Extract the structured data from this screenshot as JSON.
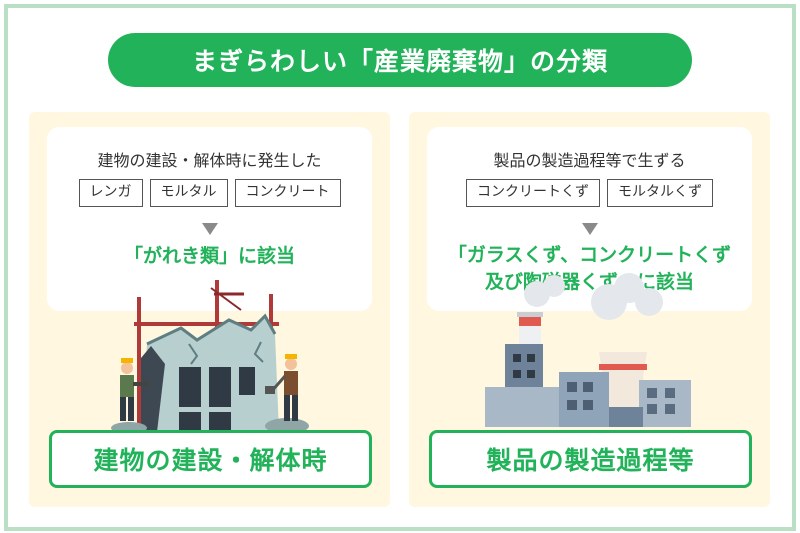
{
  "title": "まぎらわしい「産業廃棄物」の分類",
  "left": {
    "heading": "建物の建設・解体時に発生した",
    "tags": [
      "レンガ",
      "モルタル",
      "コンクリート"
    ],
    "result": "「がれき類」に該当",
    "label": "建物の建設・解体時",
    "illustration": "demolition-site-icon"
  },
  "right": {
    "heading": "製品の製造過程等で生ずる",
    "tags": [
      "コンクリートくず",
      "モルタルくず"
    ],
    "result_line1": "「ガラスくず、コンクリートくず",
    "result_line2": "及び陶磁器くず」に該当",
    "label": "製品の製造過程等",
    "illustration": "factory-icon"
  },
  "colors": {
    "accent": "#22b35a",
    "frame": "#b9dfc4",
    "panel": "#fff7df"
  }
}
